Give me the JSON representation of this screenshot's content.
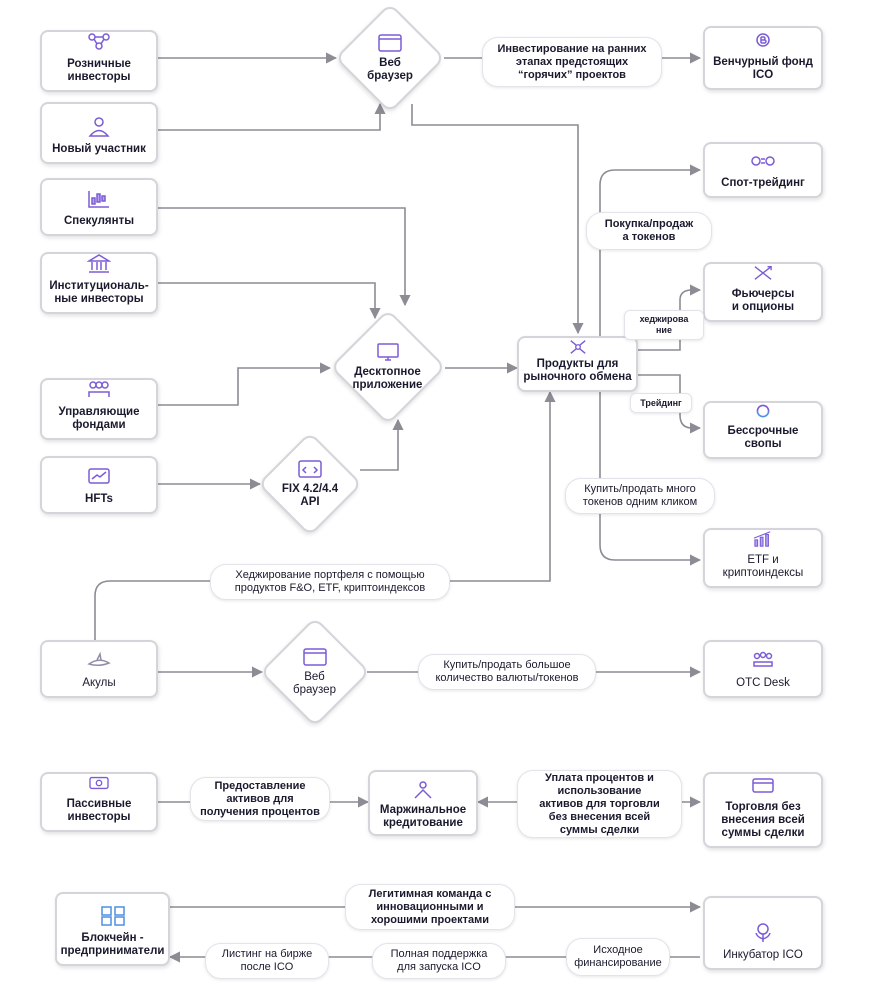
{
  "colors": {
    "line": "#8c8c94",
    "border": "#d4d4da",
    "icon": "#7b5cd6",
    "icon_alt": "#4f8fe0"
  },
  "nodes": {
    "retail": {
      "label": "Розничные\nинвесторы",
      "icon": "people-network-icon"
    },
    "newcomer": {
      "label": "Новый участник",
      "icon": "person-icon"
    },
    "speculators": {
      "label": "Спекулянты",
      "icon": "candlestick-chart-icon"
    },
    "institutional": {
      "label": "Институциональ-\nные инвесторы",
      "icon": "bank-icon"
    },
    "fund_managers": {
      "label": "Управляющие\nфондами",
      "icon": "team-icon"
    },
    "hfts": {
      "label": "HFTs",
      "icon": "chart-screen-icon"
    },
    "sharks": {
      "label": "Акулы",
      "icon": "shark-icon"
    },
    "passive": {
      "label": "Пассивные\nинвесторы",
      "icon": "money-icon"
    },
    "blockchain": {
      "label": "Блокчейн -\nпредприниматели",
      "icon": "team-grid-icon"
    },
    "venture": {
      "label": "Венчурный фонд\nICO",
      "icon": "bitcoin-network-icon"
    },
    "spot": {
      "label": "Спот-трейдинг",
      "icon": "coin-swap-icon"
    },
    "futures": {
      "label": "Фьючерсы\nи опционы",
      "icon": "crossed-arrows-icon"
    },
    "perpetual": {
      "label": "Бессрочные свопы",
      "icon": "swap-cycle-icon"
    },
    "etf": {
      "label": "ETF и\nкриптоиндексы",
      "icon": "bar-trend-icon"
    },
    "otc": {
      "label": "OTC Desk",
      "icon": "meeting-icon"
    },
    "margin_trading": {
      "label": "Торговля без\nвнесения всей\nсуммы сделки",
      "icon": "credit-card-icon"
    },
    "incubator": {
      "label": "Инкубатор ICO",
      "icon": "sprout-coin-icon"
    },
    "products": {
      "label": "Продукты для\nрыночного обмена",
      "icon": "hub-icon"
    }
  },
  "diamonds": {
    "web1": {
      "label": "Веб\nбраузер",
      "icon": "browser-window-icon"
    },
    "desktop": {
      "label": "Десктопное\nприложение",
      "icon": "monitor-icon"
    },
    "fix": {
      "label": "FIX 4.2/4.4\nAPI",
      "icon": "code-window-icon"
    },
    "web2": {
      "label": "Веб\nбраузер",
      "icon": "browser-window-icon"
    },
    "margin_lending": {
      "label": "Маржинальное\nкредитование",
      "icon": "people-hands-icon"
    }
  },
  "pills": {
    "early_invest": "Инвестирование на ранних\nэтапах предстоящих\n“горячих” проектов",
    "buy_sell_tokens": "Покупка/продаж\nа токенов",
    "hedging": "хеджирова\nние",
    "trading": "Трейдинг",
    "one_click": "Купить/продать много\nтокенов одним кликом",
    "portfolio_hedge": "Хеджирование портфеля с помощью\nпродуктов F&O, ETF, криптоиндексов",
    "bulk_buy": "Купить/продать большое\nколичество валюты/токенов",
    "provide_assets": "Предоставление\nактивов для\nполучения процентов",
    "interest_payment": "Уплата процентов и\nиспользование\nактивов для торговли\nбез внесения всей\nсуммы сделки",
    "legit_team": "Легитимная команда с\nинновационными и\nхорошими проектами",
    "listing": "Листинг на бирже\nпосле ICO",
    "full_support": "Полная поддержка\nдля запуска ICO",
    "seed_funding": "Исходное\nфинансирование"
  }
}
